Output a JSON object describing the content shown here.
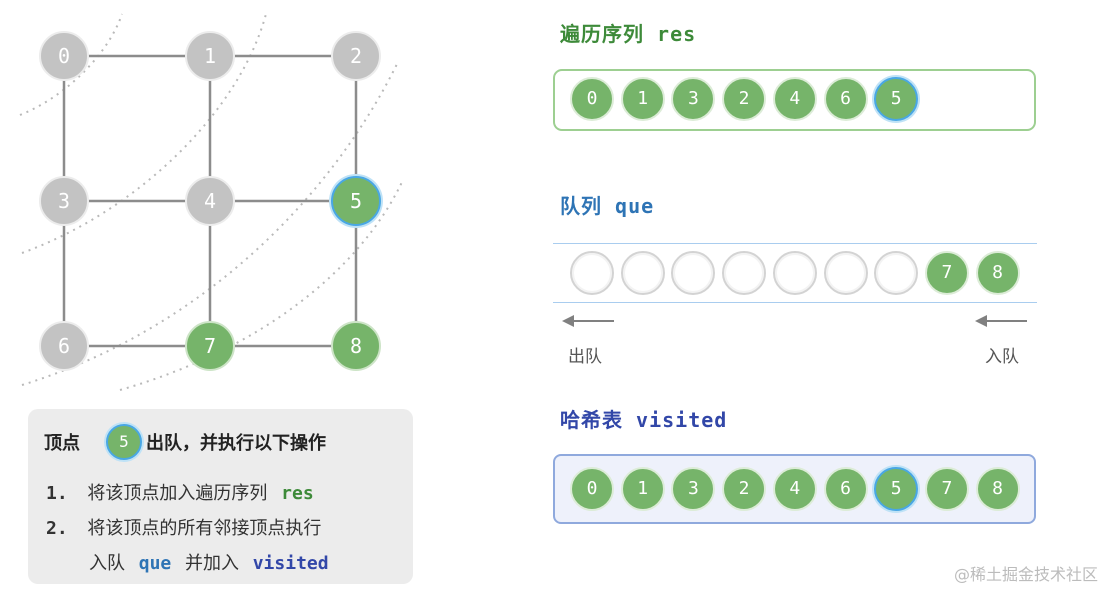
{
  "graph": {
    "nodes": [
      {
        "label": "0",
        "state": "gray"
      },
      {
        "label": "1",
        "state": "gray"
      },
      {
        "label": "2",
        "state": "gray"
      },
      {
        "label": "3",
        "state": "gray"
      },
      {
        "label": "4",
        "state": "gray"
      },
      {
        "label": "5",
        "state": "current"
      },
      {
        "label": "6",
        "state": "gray"
      },
      {
        "label": "7",
        "state": "visited"
      },
      {
        "label": "8",
        "state": "visited"
      }
    ],
    "edges": [
      [
        0,
        1
      ],
      [
        1,
        2
      ],
      [
        3,
        4
      ],
      [
        4,
        5
      ],
      [
        6,
        7
      ],
      [
        7,
        8
      ],
      [
        0,
        3
      ],
      [
        3,
        6
      ],
      [
        1,
        4
      ],
      [
        4,
        7
      ],
      [
        2,
        5
      ],
      [
        5,
        8
      ]
    ]
  },
  "res": {
    "title": "遍历序列 res",
    "items": [
      {
        "label": "0"
      },
      {
        "label": "1"
      },
      {
        "label": "3"
      },
      {
        "label": "2"
      },
      {
        "label": "4"
      },
      {
        "label": "6"
      },
      {
        "label": "5",
        "current": true
      }
    ]
  },
  "que": {
    "title": "队列 que",
    "items": [
      {
        "label": "",
        "empty": true
      },
      {
        "label": "",
        "empty": true
      },
      {
        "label": "",
        "empty": true
      },
      {
        "label": "",
        "empty": true
      },
      {
        "label": "",
        "empty": true
      },
      {
        "label": "",
        "empty": true
      },
      {
        "label": "",
        "empty": true
      },
      {
        "label": "7"
      },
      {
        "label": "8"
      }
    ],
    "dequeue_label": "出队",
    "enqueue_label": "入队"
  },
  "visited": {
    "title": "哈希表 visited",
    "items": [
      {
        "label": "0"
      },
      {
        "label": "1"
      },
      {
        "label": "3"
      },
      {
        "label": "2"
      },
      {
        "label": "4"
      },
      {
        "label": "6"
      },
      {
        "label": "5",
        "current": true
      },
      {
        "label": "7"
      },
      {
        "label": "8"
      }
    ]
  },
  "info": {
    "head_prefix": "顶点",
    "head_node": "5",
    "head_suffix": "出队，并执行以下操作",
    "step1_num": "1.",
    "step1_text": "将该顶点加入遍历序列",
    "step1_code": "res",
    "step2_num": "2.",
    "step2_text": "将该顶点的所有邻接顶点执行",
    "step2b_text1": "入队",
    "step2b_code1": "que",
    "step2b_text2": "并加入",
    "step2b_code2": "visited"
  },
  "watermark": "@稀土掘金技术社区",
  "colors": {
    "gray_node": "#c3c3c3",
    "green_node": "#76b46a",
    "current_ring": "#49a7e4",
    "edge": "#8c8c8c",
    "wave": "#b9b9b9"
  }
}
